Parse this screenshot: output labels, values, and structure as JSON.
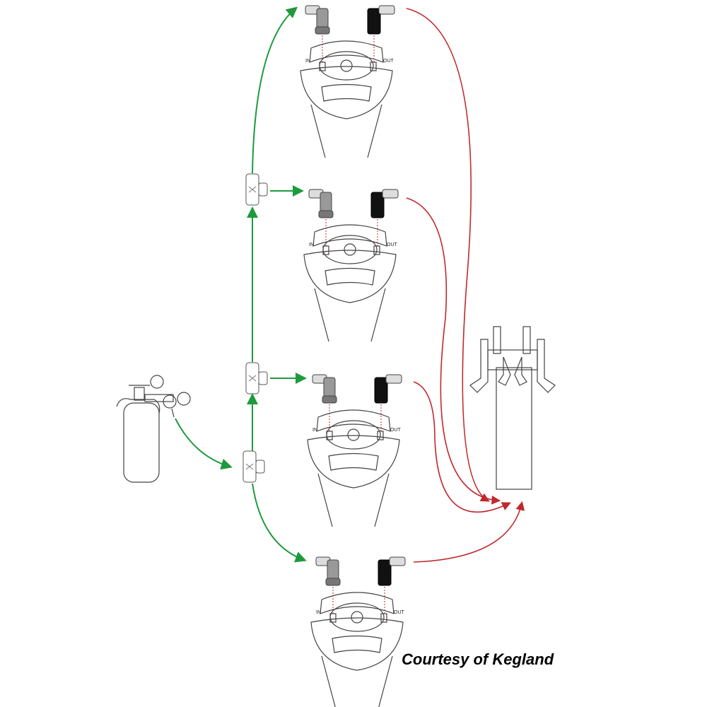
{
  "kegs": [
    {
      "in_label": "IN",
      "out_label": "OUT"
    },
    {
      "in_label": "IN",
      "out_label": "OUT"
    },
    {
      "in_label": "IN",
      "out_label": "OUT"
    },
    {
      "in_label": "IN",
      "out_label": "OUT"
    }
  ],
  "colors": {
    "gas_line": "#1e9a3c",
    "beer_line": "#c0282c"
  },
  "caption": "Courtesy of Kegland"
}
